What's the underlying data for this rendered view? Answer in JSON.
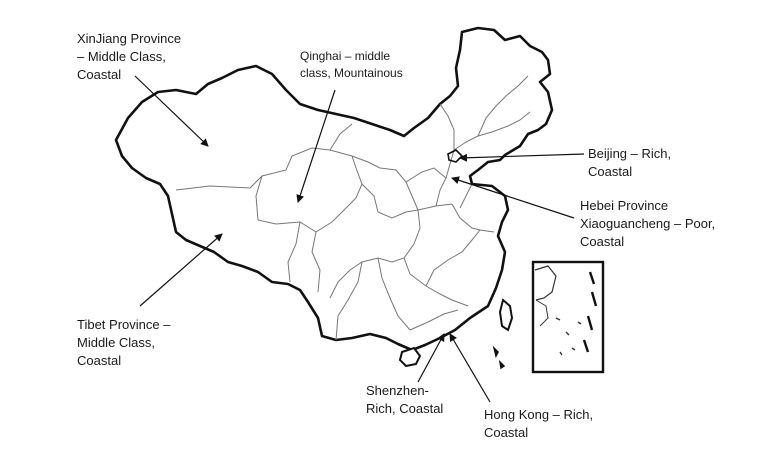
{
  "labels": {
    "xinjiang": "XinJiang Province\n– Middle Class,\nCoastal",
    "qinghai": "Qinghai – middle\nclass, Mountainous",
    "beijing": "Beijing – Rich,\nCoastal",
    "hebei": "Hebei Province\nXiaoguancheng – Poor,\nCoastal",
    "tibet": "Tibet Province –\nMiddle Class,\nCoastal",
    "shenzhen": "Shenzhen-\nRich, Coastal",
    "hongkong": "Hong Kong – Rich,\nCoastal"
  },
  "colors": {
    "outline": "#111111",
    "province_border": "#777777",
    "text": "#1a1a1a"
  }
}
